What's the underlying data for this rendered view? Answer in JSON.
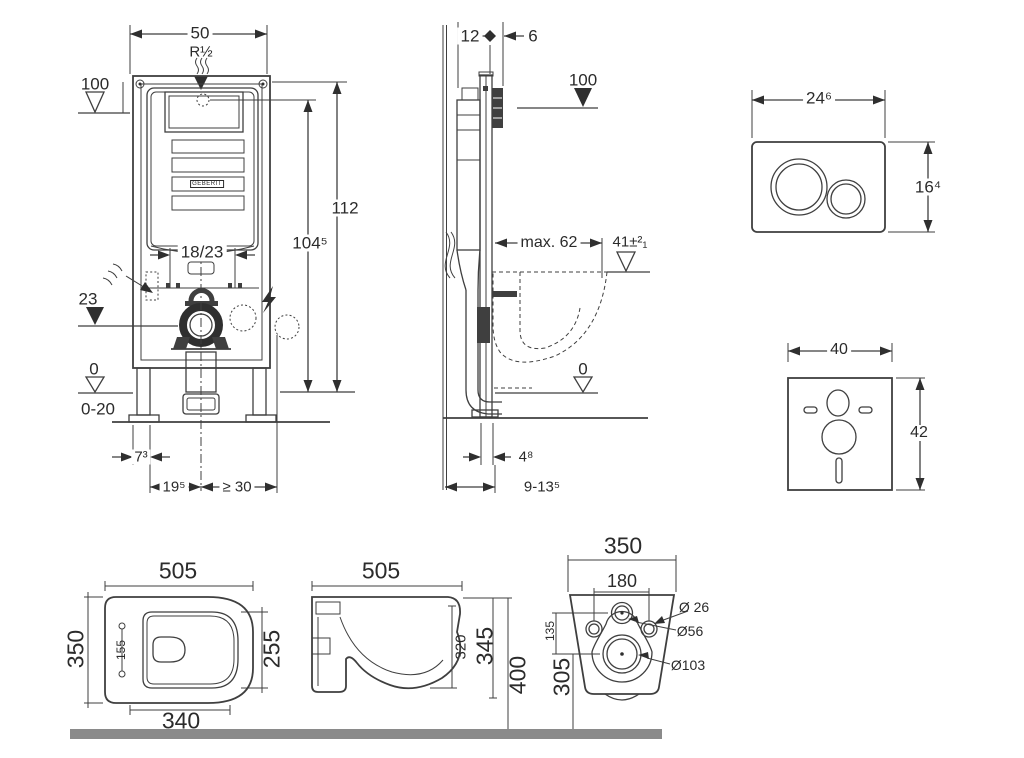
{
  "colors": {
    "line": "#3f3f3f",
    "dark_fill": "#2f2f2f",
    "floor_bar": "#8a8a8a",
    "background": "#ffffff"
  },
  "frame_front": {
    "width": "50",
    "inlet_thread": "R½",
    "level_100": "100",
    "height_112": "112",
    "height_104": "104⁵",
    "pipe_spacing": "18/23",
    "level_23": "23",
    "level_0": "0",
    "floor_range": "0-20",
    "foot_width": "7³",
    "offset_19": "19⁵",
    "offset_min30": "≥ 30",
    "logo": "GEBERIT"
  },
  "frame_side": {
    "depth_12": "12",
    "depth_6": "6",
    "level_100": "100",
    "max_depth": "max. 62",
    "seat_height": "41±²₁",
    "level_0": "0",
    "rail_depth": "4⁸",
    "wall_range": "9-13⁵"
  },
  "flush_plate": {
    "width": "24⁶",
    "height": "16⁴"
  },
  "sound_pad": {
    "width": "40",
    "height": "42"
  },
  "bowl_top": {
    "length": "505",
    "width": "350",
    "hinge_spacing": "155",
    "seat_length": "255",
    "inner_width": "340"
  },
  "bowl_side": {
    "length": "505",
    "height_320": "320",
    "height_345": "345",
    "height_400": "400"
  },
  "bowl_rear": {
    "width": "350",
    "bolt_spacing": "180",
    "inlet_drain_dist": "135",
    "drain_height": "305",
    "dia_26": "Ø 26",
    "dia_56": "Ø56",
    "dia_103": "Ø103"
  }
}
